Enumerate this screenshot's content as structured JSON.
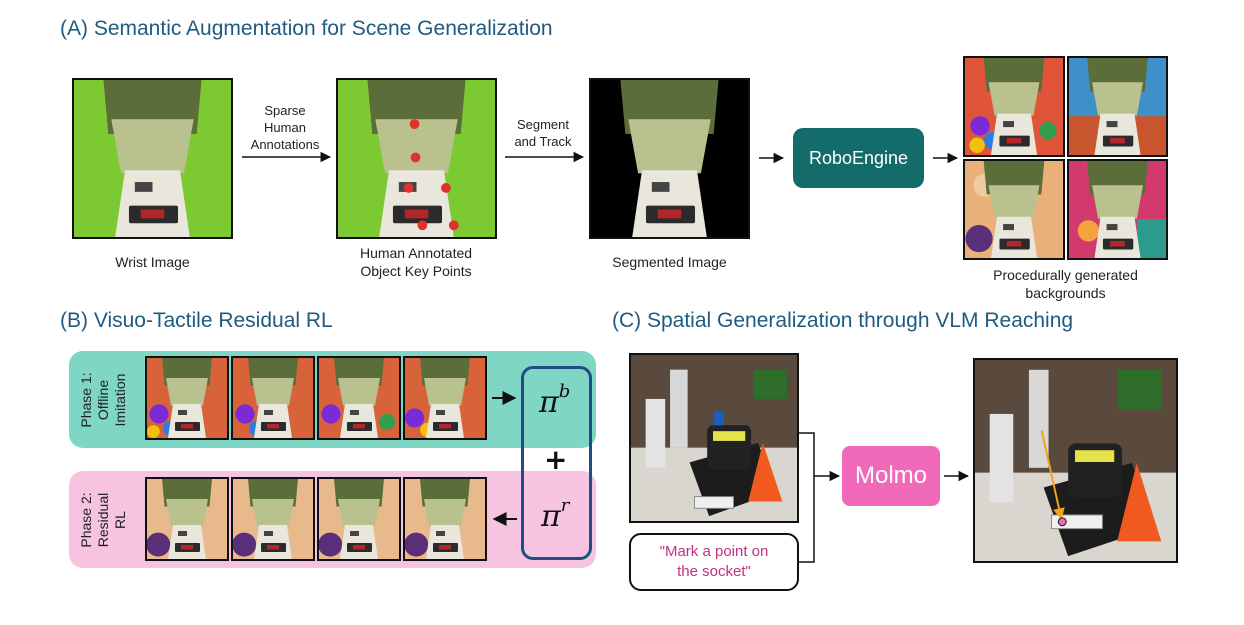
{
  "sections": {
    "a": "(A) Semantic Augmentation for Scene Generalization",
    "b": "(B) Visuo-Tactile Residual RL",
    "c": "(C) Spatial Generalization through VLM Reaching"
  },
  "panel_a": {
    "wrist_caption": "Wrist Image",
    "arrow1_label": [
      "Sparse",
      "Human",
      "Annotations"
    ],
    "annotated_caption": [
      "Human Annotated",
      "Object Key Points"
    ],
    "arrow2_label": [
      "Segment",
      "and Track"
    ],
    "segmented_caption": "Segmented Image",
    "engine_label": "RoboEngine",
    "generated_caption": [
      "Procedurally generated",
      "backgrounds"
    ]
  },
  "panel_b": {
    "phase1": [
      "Phase 1:",
      "Offline",
      "Imitation"
    ],
    "phase2": [
      "Phase 2:",
      "Residual",
      "RL"
    ],
    "pi": "π",
    "pi_b_sup": "b",
    "pi_r_sup": "r",
    "plus": "+"
  },
  "panel_c": {
    "prompt": [
      "\"Mark a point on",
      "the socket\""
    ],
    "vlm_label": "Molmo"
  },
  "colors": {
    "title_blue": "#1f5a80",
    "engine_teal": "#136b6a",
    "phase1_band": "#7fd6c4",
    "phase2_band": "#f6c4e0",
    "policy_border": "#1f4f82",
    "molmo_pink": "#f06ab9",
    "prompt_text": "#c22f84",
    "keypoint_red": "#e0322a",
    "reach_arrow": "#f4a21a",
    "green_screen": "#7dc932"
  }
}
